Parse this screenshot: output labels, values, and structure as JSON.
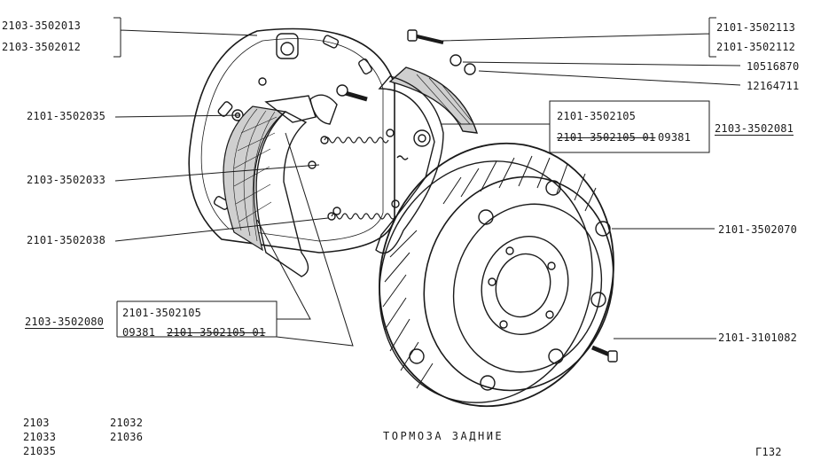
{
  "title": "ТОРМОЗА ЗАДНИЕ",
  "page_number": "Г132",
  "models": [
    "2103",
    "21032",
    "21033",
    "21036",
    "21035"
  ],
  "labels": {
    "tl1": "2103-3502013",
    "tl2": "2103-3502012",
    "l_035": "2101-3502035",
    "l_033": "2103-3502033",
    "l_038": "2101-3502038",
    "l_080": "2103-3502080",
    "b1": "2101-3502105",
    "b2a": "09381",
    "b2b": "2101-3502105-01",
    "tr1": "2101-3502113",
    "tr2": "2101-3502112",
    "r_870": "10516870",
    "r_711": "12164711",
    "m1": "2101-3502105",
    "m2a": "2101-3502105-01",
    "m2b": "09381",
    "r_081": "2103-3502081",
    "r_070": "2101-3502070",
    "r_082": "2101-3101082"
  },
  "colors": {
    "ink": "#1a1a1a",
    "paper": "#ffffff",
    "shade": "#cfcfcf"
  }
}
